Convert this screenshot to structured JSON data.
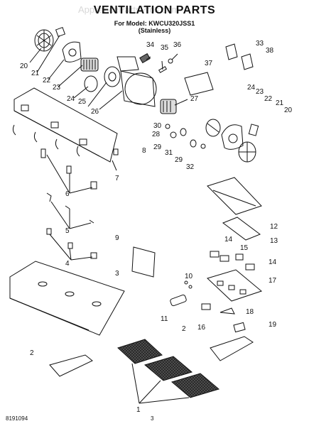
{
  "header": {
    "watermark": "AppliancePartsPros.com",
    "title": "VENTILATION PARTS",
    "model_line": "For Model: KWCU320JSS1",
    "model_variant": "(Stainless)"
  },
  "callouts": [
    "1",
    "2",
    "2",
    "3",
    "4",
    "5",
    "6",
    "7",
    "8",
    "9",
    "10",
    "11",
    "12",
    "13",
    "14",
    "14",
    "15",
    "16",
    "17",
    "18",
    "19",
    "20",
    "20",
    "21",
    "21",
    "22",
    "22",
    "23",
    "23",
    "24",
    "24",
    "25",
    "26",
    "27",
    "28",
    "29",
    "29",
    "30",
    "31",
    "32",
    "33",
    "34",
    "35",
    "36",
    "37",
    "38"
  ],
  "footer": {
    "doc_number": "8191094",
    "page_number": "3"
  }
}
